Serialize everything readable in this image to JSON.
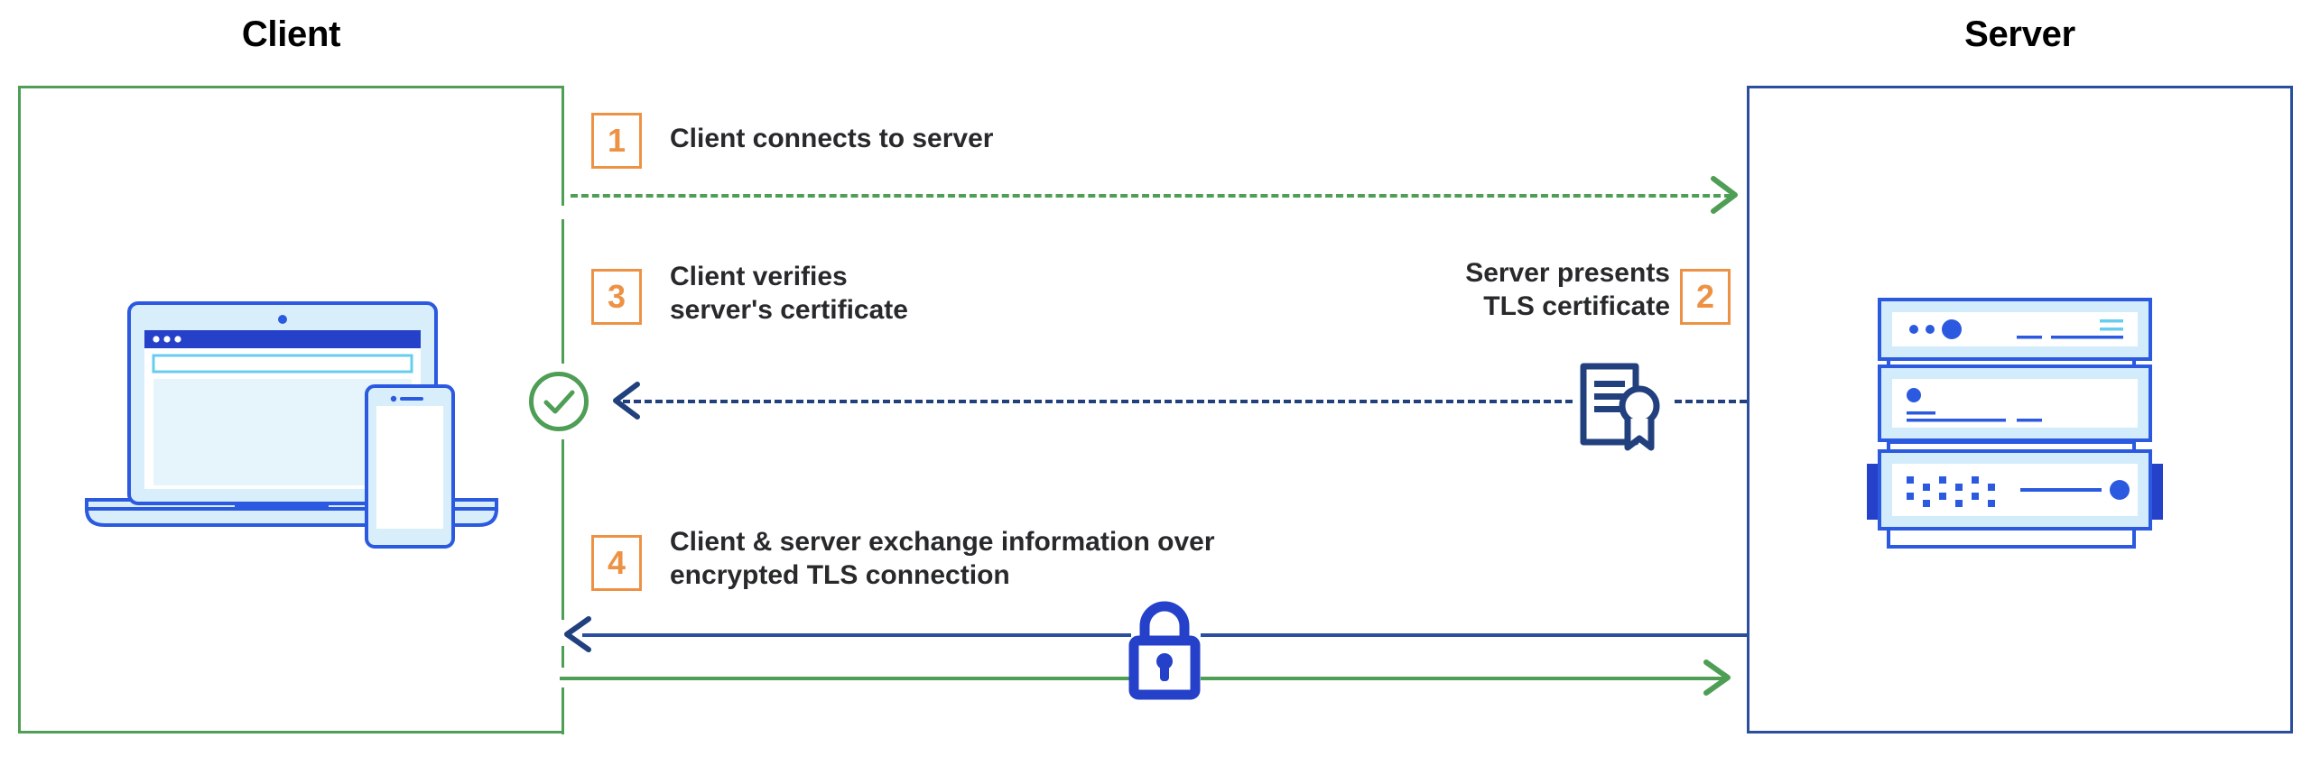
{
  "diagram": {
    "title_client": "Client",
    "title_server": "Server",
    "colors": {
      "client_border_green": "#4f9e55",
      "server_border_navy": "#2b4f9e",
      "badge_orange": "#ed9245",
      "text_dark": "#27292b",
      "flow_navy": "#21417e",
      "icon_blue": "#2b5ae0",
      "icon_navy": "#22407e",
      "icon_light_blue": "#d9eefb",
      "icon_pale_blue": "#e6f4fb"
    }
  },
  "steps": [
    {
      "number": "1",
      "label": "Client connects to server",
      "direction": "client-to-server",
      "line_style": "dashed",
      "line_color": "#4f9e55"
    },
    {
      "number": "2",
      "label": "Server presents\nTLS certificate",
      "direction": "server-to-client",
      "line_style": "dashed",
      "line_color": "#21417e"
    },
    {
      "number": "3",
      "label": "Client verifies\nserver's certificate",
      "direction": "server-to-client",
      "line_style": "dashed",
      "line_color": "#21417e"
    },
    {
      "number": "4",
      "label": "Client & server exchange information over\nencrypted TLS connection",
      "direction": "bidirectional",
      "line_style": "solid",
      "line_color": "#21417e"
    }
  ],
  "icons": {
    "client_devices": "laptop-and-phone-icon",
    "server_racks": "server-stack-icon",
    "certificate": "tls-certificate-icon",
    "verified": "green-check-circle-icon",
    "encrypted": "padlock-icon"
  }
}
